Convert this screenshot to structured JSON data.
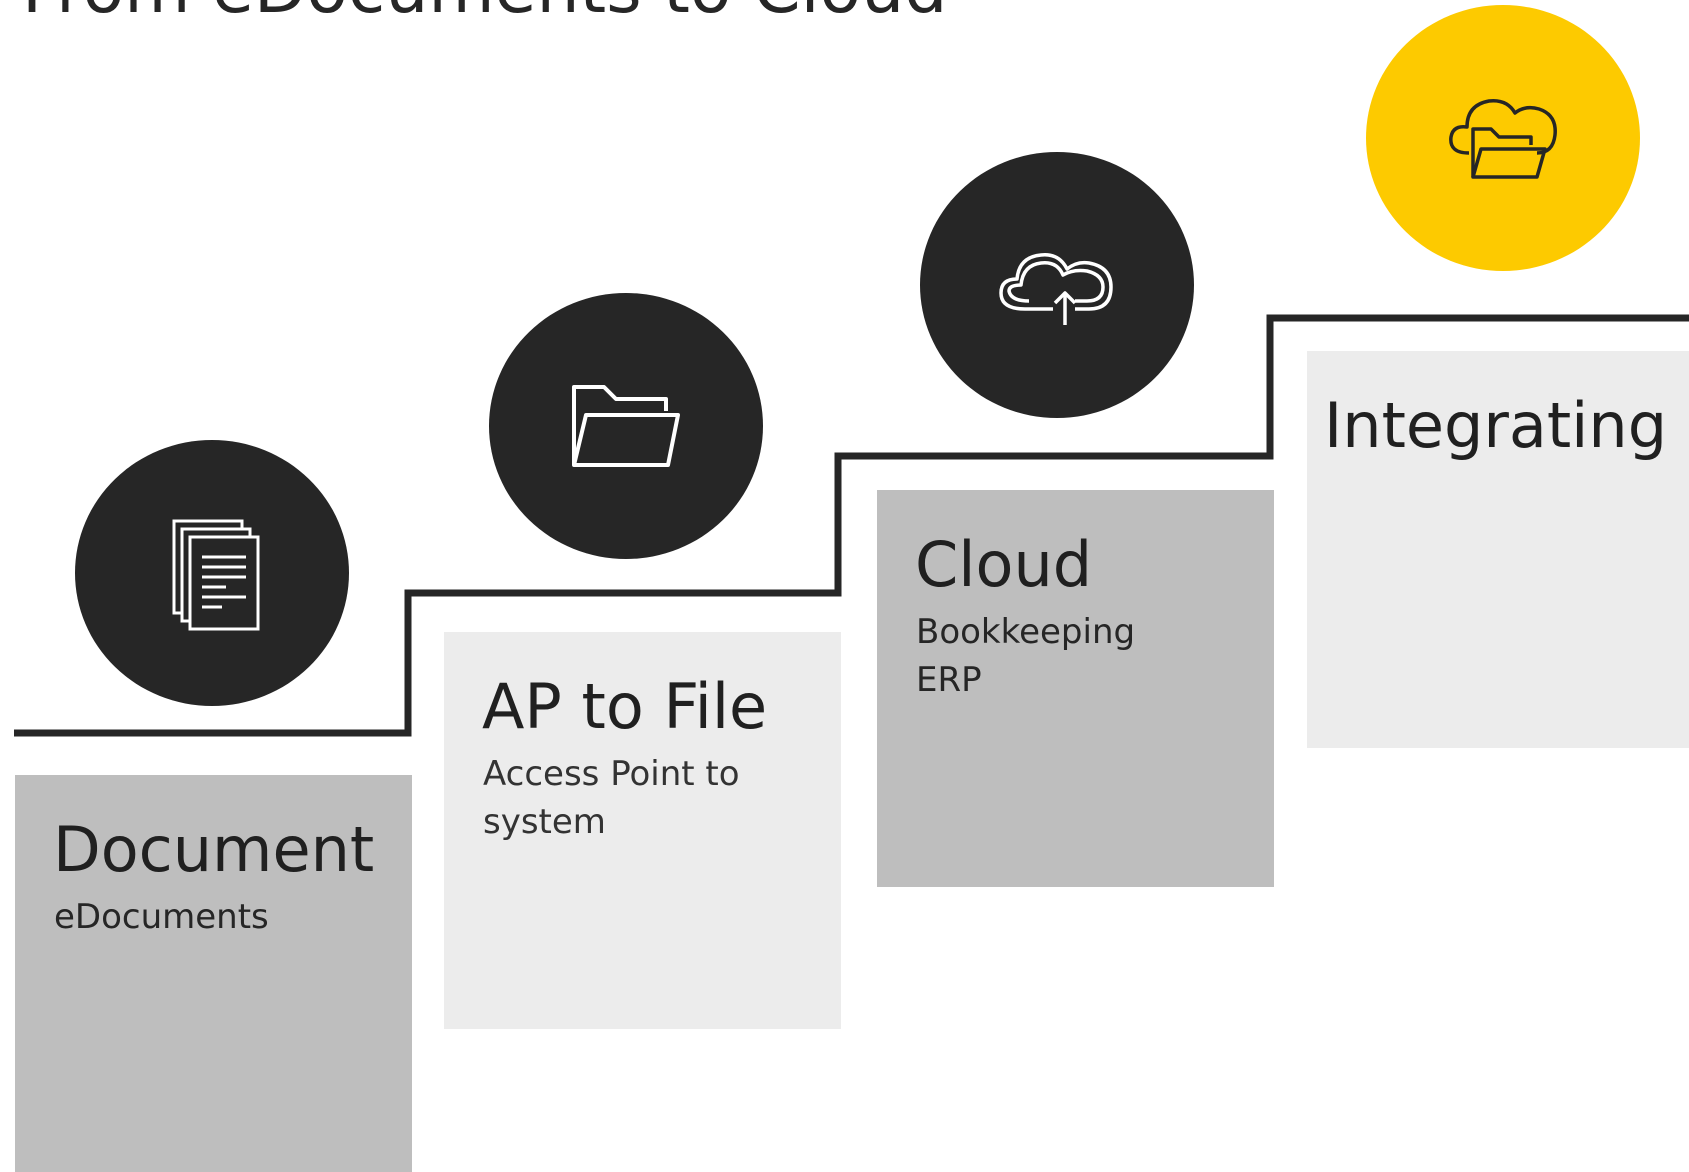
{
  "title": "From eDocuments to Cloud",
  "colors": {
    "dark_circle": "#262626",
    "accent_circle": "#fdca00",
    "dark_box": "#bebebe",
    "light_box": "#ececec",
    "stair_line": "#262626"
  },
  "steps": [
    {
      "title": "Document",
      "subtitle": "eDocuments",
      "icon": "documents-icon"
    },
    {
      "title": "AP to File",
      "subtitle": "Access Point to\nsystem",
      "icon": "folder-icon"
    },
    {
      "title": "Cloud",
      "subtitle": "Bookkeeping\nERP",
      "icon": "cloud-upload-icon"
    },
    {
      "title": "Integrating",
      "subtitle": "",
      "icon": "cloud-folder-icon"
    }
  ]
}
